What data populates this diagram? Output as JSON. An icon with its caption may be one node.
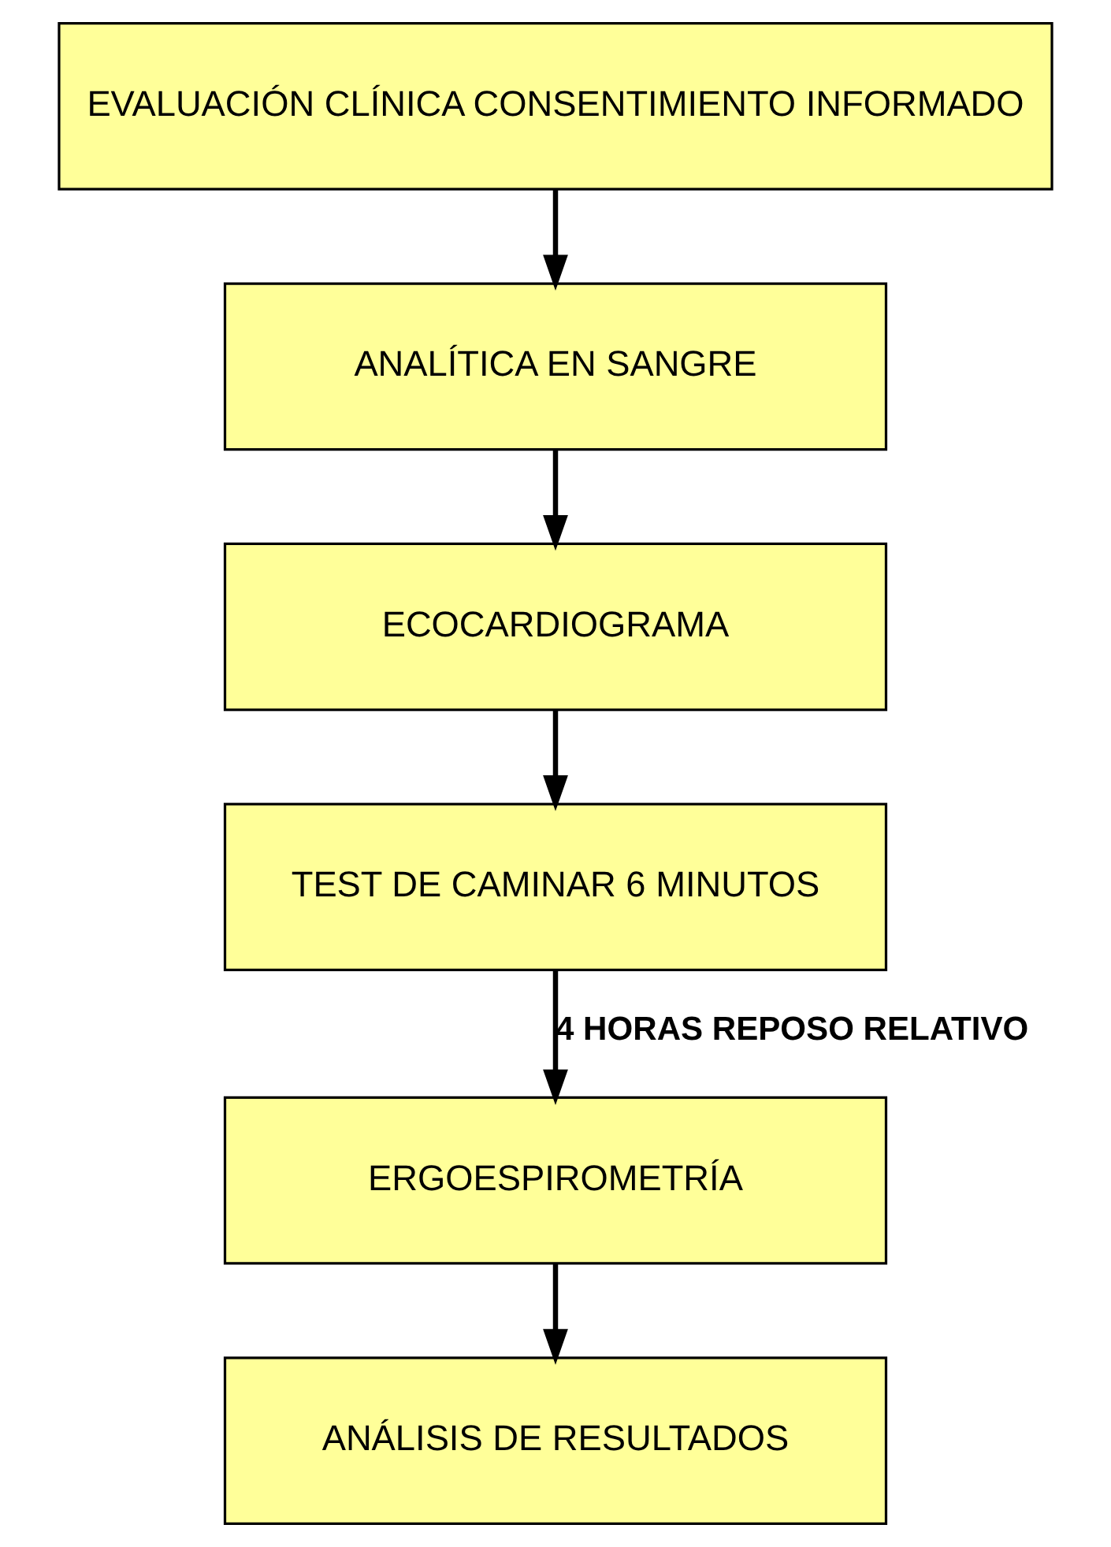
{
  "diagram": {
    "nodes": [
      {
        "text": [
          "EVALUACIÓN CLÍNICA CONSENTIMIENTO INFORMADO"
        ]
      },
      {
        "text": [
          "ANALÍTICA EN SANGRE"
        ]
      },
      {
        "text": [
          "ECOCARDIOGRAMA"
        ]
      },
      {
        "text": [
          "TEST DE CAMINAR 6 MINUTOS"
        ]
      },
      {
        "text": [
          "ERGOESPIROMETRÍA"
        ]
      },
      {
        "text": [
          "ANÁLISIS DE RESULTADOS"
        ]
      }
    ],
    "edges": [
      {
        "from": 0,
        "to": 1,
        "arrow": "to"
      },
      {
        "from": 1,
        "to": 2,
        "arrow": "to"
      },
      {
        "from": 2,
        "to": 3,
        "arrow": "to"
      },
      {
        "from": 3,
        "to": 4,
        "label": "4 HORAS REPOSO RELATIVO",
        "arrow": "to"
      },
      {
        "from": 4,
        "to": 5,
        "arrow": "to"
      }
    ]
  }
}
